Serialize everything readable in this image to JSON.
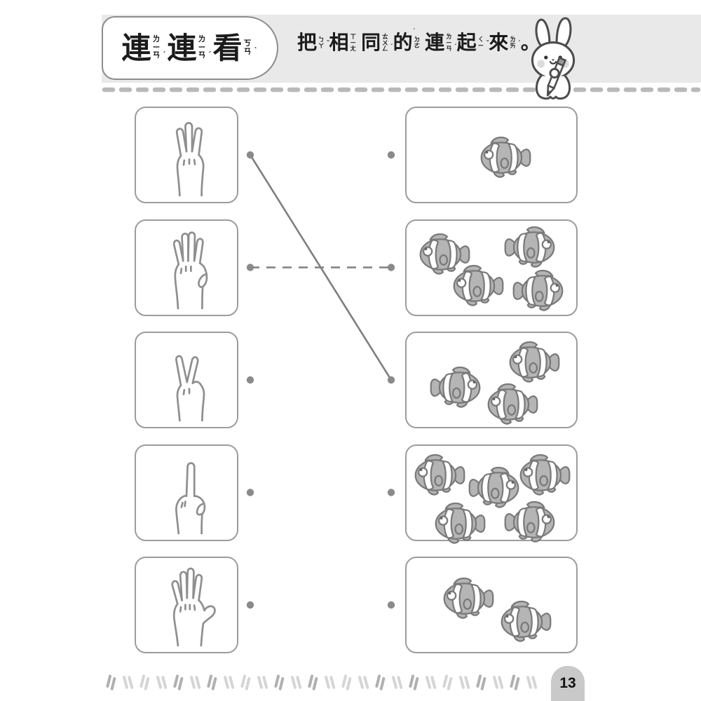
{
  "page": {
    "background": "#ffffff"
  },
  "header": {
    "band_color": "#e9e9e9",
    "title": {
      "text": "連連看",
      "chars": [
        {
          "char": "連",
          "zhuyin": "ㄌㄧㄢ",
          "tone": "ˊ"
        },
        {
          "char": "連",
          "zhuyin": "ㄌㄧㄢ",
          "tone": "ˊ"
        },
        {
          "char": "看",
          "zhuyin": "ㄎㄢ",
          "tone": "ˋ"
        }
      ]
    },
    "instruction": {
      "text": "把相同的連起來。",
      "chars": [
        {
          "char": "把",
          "zhuyin": "ㄅㄚ",
          "tone": "ˇ"
        },
        {
          "char": "相",
          "zhuyin": "ㄒㄧㄤ",
          "tone": ""
        },
        {
          "char": "同",
          "zhuyin": "ㄊㄨㄥ",
          "tone": "ˊ"
        },
        {
          "char": "的",
          "zhuyin": "ㄉㄜ",
          "tone": "˙"
        },
        {
          "char": "連",
          "zhuyin": "ㄌㄧㄢ",
          "tone": "ˊ"
        },
        {
          "char": "起",
          "zhuyin": "ㄑㄧ",
          "tone": "ˇ"
        },
        {
          "char": "來",
          "zhuyin": "ㄌㄞ",
          "tone": "ˊ"
        },
        {
          "char": "。",
          "zhuyin": "",
          "tone": ""
        }
      ]
    },
    "mascot": "rabbit-with-pencil"
  },
  "matching": {
    "rows": [
      {
        "left": {
          "type": "hand",
          "fingers": 3
        },
        "right": {
          "type": "clownfish",
          "count": 1,
          "fish": [
            {
              "x": 57,
              "y": 53,
              "dir": "L"
            }
          ]
        }
      },
      {
        "left": {
          "type": "hand",
          "fingers": 4
        },
        "right": {
          "type": "clownfish",
          "count": 4,
          "fish": [
            {
              "x": 21,
              "y": 36,
              "dir": "L"
            },
            {
              "x": 74,
              "y": 29,
              "dir": "R"
            },
            {
              "x": 41,
              "y": 70,
              "dir": "L"
            },
            {
              "x": 79,
              "y": 75,
              "dir": "R"
            }
          ]
        }
      },
      {
        "left": {
          "type": "hand",
          "fingers": 2
        },
        "right": {
          "type": "clownfish",
          "count": 3,
          "fish": [
            {
              "x": 30,
              "y": 58,
              "dir": "R"
            },
            {
              "x": 74,
              "y": 31,
              "dir": "L"
            },
            {
              "x": 61,
              "y": 76,
              "dir": "L"
            }
          ]
        }
      },
      {
        "left": {
          "type": "hand",
          "fingers": 1
        },
        "right": {
          "type": "clownfish",
          "count": 5,
          "fish": [
            {
              "x": 18,
              "y": 32,
              "dir": "L"
            },
            {
              "x": 53,
              "y": 45,
              "dir": "R"
            },
            {
              "x": 80,
              "y": 32,
              "dir": "L"
            },
            {
              "x": 30,
              "y": 83,
              "dir": "L"
            },
            {
              "x": 74,
              "y": 82,
              "dir": "R"
            }
          ]
        }
      },
      {
        "left": {
          "type": "hand",
          "fingers": 5
        },
        "right": {
          "type": "clownfish",
          "count": 2,
          "fish": [
            {
              "x": 35,
              "y": 43,
              "dir": "L"
            },
            {
              "x": 69,
              "y": 68,
              "dir": "L"
            }
          ]
        }
      }
    ],
    "connections": [
      {
        "from_row": 0,
        "to_row": 2,
        "style": "solid"
      },
      {
        "from_row": 1,
        "to_row": 1,
        "style": "dashed"
      }
    ],
    "colors": {
      "line": "#7f7f7f",
      "dot": "#8a8a8a",
      "box_border": "#9c9c9c",
      "fish_body": "#b5b5b5",
      "fish_outline": "#7a7a7a",
      "hand_stroke": "#8f8f8f"
    }
  },
  "footer": {
    "page_number": "13",
    "marks_count": 26
  }
}
